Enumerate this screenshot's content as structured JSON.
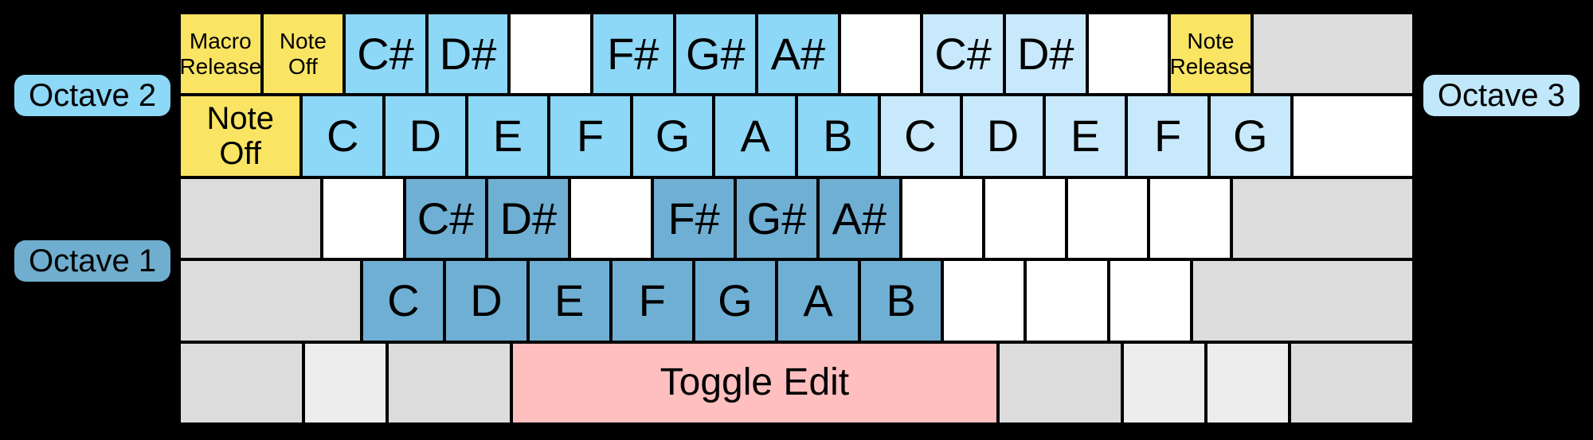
{
  "labels": {
    "octave_2": "Octave 2",
    "octave_1": "Octave 1",
    "octave_3": "Octave 3"
  },
  "colors": {
    "background": "#000000",
    "border": "#000000",
    "yellow": "#F9E463",
    "oct2": "#8DD7F7",
    "oct3": "#C8E9FB",
    "oct1": "#6FAFD3",
    "pink": "#FFBFBF",
    "gray": "#DCDCDC",
    "graylight": "#EDEDED",
    "white": "#FFFFFF",
    "pill_octave_2": "#8DD7F7",
    "pill_octave_1": "#6FAECE",
    "pill_octave_3": "#C0E8FA"
  },
  "keyboard": {
    "rows": [
      {
        "keys": [
          {
            "label": "Macro\nRelease",
            "color": "yellow",
            "w": 1,
            "size": "small"
          },
          {
            "label": "Note\nOff",
            "color": "yellow",
            "w": 1,
            "size": "small"
          },
          {
            "label": "C#",
            "color": "oct2",
            "w": 1,
            "size": "large",
            "oct": 2
          },
          {
            "label": "D#",
            "color": "oct2",
            "w": 1,
            "size": "large",
            "oct": 2
          },
          {
            "label": "",
            "color": "white",
            "w": 1
          },
          {
            "label": "F#",
            "color": "oct2",
            "w": 1,
            "size": "large",
            "oct": 2
          },
          {
            "label": "G#",
            "color": "oct2",
            "w": 1,
            "size": "large",
            "oct": 2
          },
          {
            "label": "A#",
            "color": "oct2",
            "w": 1,
            "size": "large",
            "oct": 2
          },
          {
            "label": "",
            "color": "white",
            "w": 1
          },
          {
            "label": "C#",
            "color": "oct3",
            "w": 1,
            "size": "large",
            "oct": 3
          },
          {
            "label": "D#",
            "color": "oct3",
            "w": 1,
            "size": "large",
            "oct": 3
          },
          {
            "label": "",
            "color": "white",
            "w": 1
          },
          {
            "label": "Note\nRelease",
            "color": "yellow",
            "w": 1,
            "size": "small"
          },
          {
            "label": "",
            "color": "gray",
            "w": 2
          }
        ]
      },
      {
        "keys": [
          {
            "label": "Note\nOff",
            "color": "yellow",
            "w": 1.5,
            "size": "medium"
          },
          {
            "label": "C",
            "color": "oct2",
            "w": 1,
            "size": "large",
            "oct": 2
          },
          {
            "label": "D",
            "color": "oct2",
            "w": 1,
            "size": "large",
            "oct": 2
          },
          {
            "label": "E",
            "color": "oct2",
            "w": 1,
            "size": "large",
            "oct": 2
          },
          {
            "label": "F",
            "color": "oct2",
            "w": 1,
            "size": "large",
            "oct": 2
          },
          {
            "label": "G",
            "color": "oct2",
            "w": 1,
            "size": "large",
            "oct": 2
          },
          {
            "label": "A",
            "color": "oct2",
            "w": 1,
            "size": "large",
            "oct": 2
          },
          {
            "label": "B",
            "color": "oct2",
            "w": 1,
            "size": "large",
            "oct": 2
          },
          {
            "label": "C",
            "color": "oct3",
            "w": 1,
            "size": "large",
            "oct": 3
          },
          {
            "label": "D",
            "color": "oct3",
            "w": 1,
            "size": "large",
            "oct": 3
          },
          {
            "label": "E",
            "color": "oct3",
            "w": 1,
            "size": "large",
            "oct": 3
          },
          {
            "label": "F",
            "color": "oct3",
            "w": 1,
            "size": "large",
            "oct": 3
          },
          {
            "label": "G",
            "color": "oct3",
            "w": 1,
            "size": "large",
            "oct": 3
          },
          {
            "label": "",
            "color": "white",
            "w": 1.5
          }
        ]
      },
      {
        "keys": [
          {
            "label": "",
            "color": "gray",
            "w": 1.75
          },
          {
            "label": "",
            "color": "white",
            "w": 1
          },
          {
            "label": "C#",
            "color": "oct1",
            "w": 1,
            "size": "large",
            "oct": 1
          },
          {
            "label": "D#",
            "color": "oct1",
            "w": 1,
            "size": "large",
            "oct": 1
          },
          {
            "label": "",
            "color": "white",
            "w": 1
          },
          {
            "label": "F#",
            "color": "oct1",
            "w": 1,
            "size": "large",
            "oct": 1
          },
          {
            "label": "G#",
            "color": "oct1",
            "w": 1,
            "size": "large",
            "oct": 1
          },
          {
            "label": "A#",
            "color": "oct1",
            "w": 1,
            "size": "large",
            "oct": 1
          },
          {
            "label": "",
            "color": "white",
            "w": 1
          },
          {
            "label": "",
            "color": "white",
            "w": 1
          },
          {
            "label": "",
            "color": "white",
            "w": 1
          },
          {
            "label": "",
            "color": "white",
            "w": 1
          },
          {
            "label": "",
            "color": "gray",
            "w": 2.25
          }
        ]
      },
      {
        "keys": [
          {
            "label": "",
            "color": "gray",
            "w": 2.25
          },
          {
            "label": "C",
            "color": "oct1",
            "w": 1,
            "size": "large",
            "oct": 1
          },
          {
            "label": "D",
            "color": "oct1",
            "w": 1,
            "size": "large",
            "oct": 1
          },
          {
            "label": "E",
            "color": "oct1",
            "w": 1,
            "size": "large",
            "oct": 1
          },
          {
            "label": "F",
            "color": "oct1",
            "w": 1,
            "size": "large",
            "oct": 1
          },
          {
            "label": "G",
            "color": "oct1",
            "w": 1,
            "size": "large",
            "oct": 1
          },
          {
            "label": "A",
            "color": "oct1",
            "w": 1,
            "size": "large",
            "oct": 1
          },
          {
            "label": "B",
            "color": "oct1",
            "w": 1,
            "size": "large",
            "oct": 1
          },
          {
            "label": "",
            "color": "white",
            "w": 1
          },
          {
            "label": "",
            "color": "white",
            "w": 1
          },
          {
            "label": "",
            "color": "white",
            "w": 1
          },
          {
            "label": "",
            "color": "gray",
            "w": 2.75
          }
        ]
      },
      {
        "keys": [
          {
            "label": "",
            "color": "gray",
            "w": 1.5
          },
          {
            "label": "",
            "color": "graylight",
            "w": 1
          },
          {
            "label": "",
            "color": "gray",
            "w": 1.5
          },
          {
            "label": "Toggle Edit",
            "color": "pink",
            "w": 6,
            "size": "edit"
          },
          {
            "label": "",
            "color": "gray",
            "w": 1.5
          },
          {
            "label": "",
            "color": "graylight",
            "w": 1
          },
          {
            "label": "",
            "color": "graylight",
            "w": 1
          },
          {
            "label": "",
            "color": "gray",
            "w": 1.5
          }
        ]
      }
    ]
  }
}
